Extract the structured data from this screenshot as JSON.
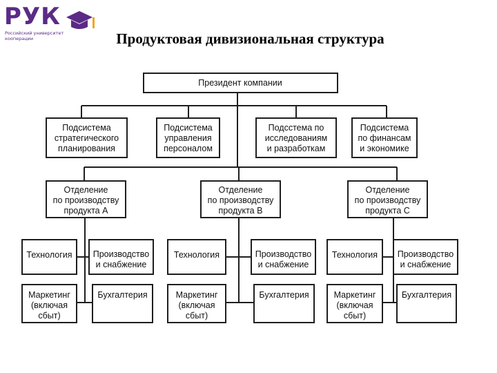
{
  "logo": {
    "name": "РУК",
    "subtitle": "Российский университет\nкооперации",
    "icon": "graduation-cap-icon",
    "color": "#5b2b86",
    "accent": "#f2a51c"
  },
  "title": "Продуктовая дивизиональная структура",
  "org": {
    "president": "Президент компании",
    "subsystems": [
      [
        "Подсистема",
        "стратегического",
        "планирования"
      ],
      [
        "Подсистема",
        "управления",
        "персоналом"
      ],
      [
        "Подсстема по",
        "исследованиям",
        "и разработкам"
      ],
      [
        "Подсистема",
        "по финансам",
        "и экономике"
      ]
    ],
    "divisions": [
      {
        "name": [
          "Отделение",
          "по производству",
          "продукта А"
        ],
        "departments": [
          [
            "Технология"
          ],
          [
            "Производство",
            "и снабжение"
          ],
          [
            "Маркетинг",
            "(включая",
            "сбыт)"
          ],
          [
            "Бухгалтерия"
          ]
        ]
      },
      {
        "name": [
          "Отделение",
          "по производству",
          "продукта В"
        ],
        "departments": [
          [
            "Технология"
          ],
          [
            "Производство",
            "и снабжение"
          ],
          [
            "Маркетинг",
            "(включая",
            "сбыт)"
          ],
          [
            "Бухгалтерия"
          ]
        ]
      },
      {
        "name": [
          "Отделение",
          "по производству",
          "продукта С"
        ],
        "departments": [
          [
            "Технология"
          ],
          [
            "Производство",
            "и снабжение"
          ],
          [
            "Маркетинг",
            "(включая",
            "сбыт)"
          ],
          [
            "Бухгалтерия"
          ]
        ]
      }
    ]
  }
}
